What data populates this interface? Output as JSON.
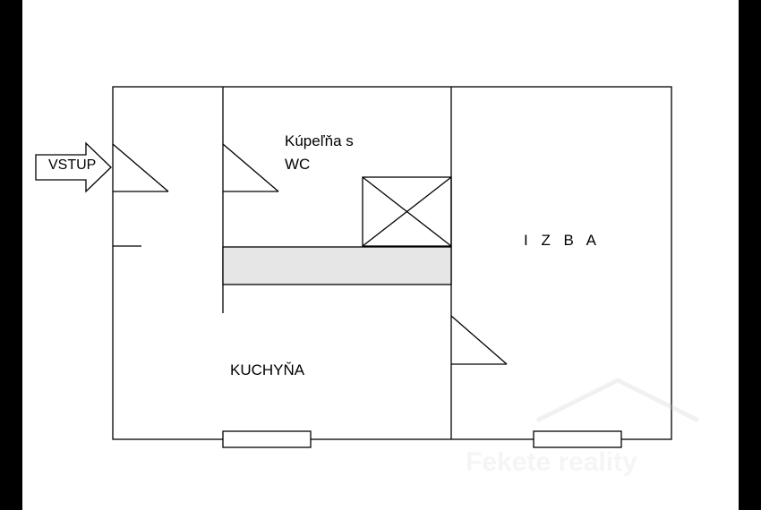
{
  "labels": {
    "entry": "VSTUP",
    "bathroom": "Kúpeľňa s\nWC",
    "room": "I Z B A",
    "kitchen": "KUCHYŇA"
  },
  "watermark": {
    "text": "Fekete reality"
  },
  "colors": {
    "line": "#000000",
    "corridor_fill": "#e6e6e6",
    "background": "#ffffff",
    "frame": "#000000"
  }
}
